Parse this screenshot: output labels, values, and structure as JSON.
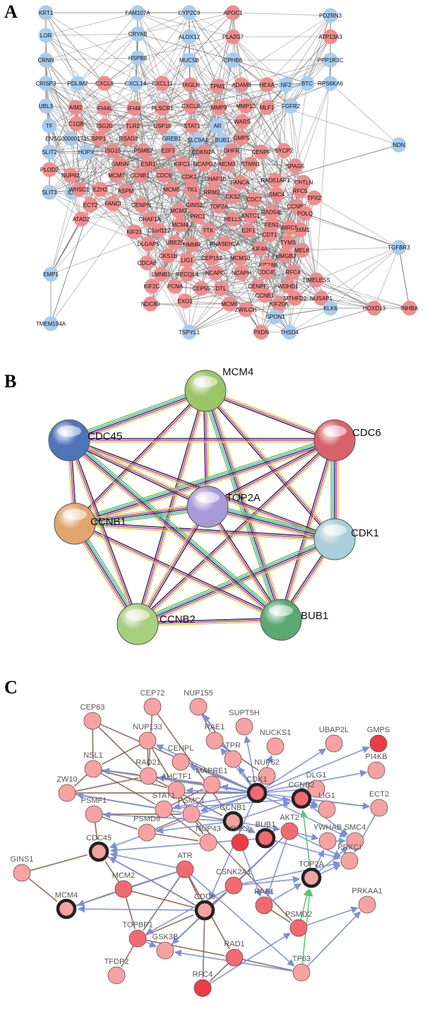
{
  "panels": {
    "a": {
      "label": "A",
      "colors": {
        "up": "#f08c8c",
        "down": "#a7cdef",
        "edge": "#707070"
      },
      "up_genes": [
        "APOC1",
        "PLA2G7",
        "ATP13A3",
        "AIM2",
        "CXCL9",
        "CXCL11",
        "IFI44L",
        "IFI44",
        "PLSCR1",
        "CXCL8",
        "TAGLN",
        "TPM1",
        "ADAM8",
        "HEXA",
        "MMP9",
        "MMP12",
        "MLF1",
        "C1QB",
        "ISG20",
        "TLR2",
        "USP18",
        "STAT1",
        "WARS",
        "GMPS",
        "SPP1",
        "RSAD2",
        "ISG15",
        "PSMB2",
        "CDKN2A",
        "DHFR",
        "CENPF",
        "SYCP2",
        "PLOD2",
        "GMNN",
        "ESR1",
        "E2F3",
        "KIFC1",
        "NCAPG2",
        "MCM3",
        "STMN1",
        "SPAG5",
        "NUP62",
        "MCM7",
        "CCNB1",
        "CDC6",
        "CDK1",
        "CHAF1B",
        "FANCA",
        "RAD51AP1",
        "CNTLN",
        "WHSC1",
        "EZH2",
        "MCM5",
        "TK1",
        "RRM2",
        "CKS2",
        "SMC4",
        "RFC5",
        "TPX2",
        "ECT2",
        "ASPM",
        "FANCI",
        "GINS2",
        "CDC7",
        "CCNB2",
        "POLQ",
        "CENPN",
        "MCM2",
        "PRC1",
        "TOP2A",
        "RAD54L",
        "ATAD2",
        "CHAF1A",
        "C1orf112",
        "HELLS",
        "KNTC1",
        "FEN1",
        "FOXM1",
        "KIF23",
        "MCM4",
        "TTK",
        "E2F1",
        "CDT1",
        "BIRC5",
        "TYMS",
        "DLGAP5",
        "UBE2S",
        "HMMR",
        "RNASEH2A",
        "HMGB3",
        "CDCA8",
        "CKS1B",
        "LIG1",
        "CEP152",
        "MCM10",
        "KIF4A",
        "MELK",
        "LMNB1",
        "RECQL4",
        "NCAPG",
        "NCAPH",
        "KIF18B",
        "CDC45",
        "RFC4",
        "KIF2C",
        "PCNA",
        "CEP55",
        "DTL",
        "CENPE",
        "TIMELESS",
        "WDHD1",
        "NDC80",
        "EXO1",
        "MCM6",
        "ZWILCH",
        "CCNE1",
        "KIF20A",
        "MTHFD2",
        "NUSAP1",
        "HOXD13",
        "INHBA",
        "PXDN"
      ],
      "down_genes": [
        "KRT1",
        "LOR",
        "CRNN",
        "CRISP3",
        "PDLIM2",
        "UBL3",
        "TF",
        "SLIT2",
        "SLIT3",
        "ID4",
        "EMP1",
        "TMEM194A",
        "FAM107A",
        "CRYAB",
        "HSPB8",
        "CYP2C9",
        "ALOX12",
        "MUC5B",
        "EPHB6",
        "CXCL14",
        "NF2",
        "BTC",
        "PDZRN3",
        "PPP1R3C",
        "RPS6KA6",
        "FGFR2",
        "AR",
        "HOPX",
        "ENSG00000173575",
        "GREB1",
        "SLC9A1",
        "BUB1",
        "NDN",
        "TGFBR3",
        "KLK6",
        "SPON1",
        "THSD4",
        "TSPYL1"
      ]
    },
    "b": {
      "label": "B",
      "nodes": [
        {
          "id": "MCM4",
          "color": "#9bc567"
        },
        {
          "id": "CDC6",
          "color": "#d9626a"
        },
        {
          "id": "CDK1",
          "color": "#a9cfd9"
        },
        {
          "id": "BUB1",
          "color": "#5aa973"
        },
        {
          "id": "CCNB2",
          "color": "#a8cf7e"
        },
        {
          "id": "CCNB1",
          "color": "#e0a56e"
        },
        {
          "id": "CDC45",
          "color": "#4f74b8"
        },
        {
          "id": "TOP2A",
          "color": "#a89ad8"
        }
      ],
      "edge_colors": [
        "#c8dc3c",
        "#d23bd2",
        "#3b3b3b",
        "#3cc0d8",
        "#7ac142"
      ]
    },
    "c": {
      "label": "C",
      "colors": {
        "seed_ring": "#222222",
        "brown_edge": "#8b6857",
        "blue_edge": "#7b8fe0",
        "green_edge": "#56c86a"
      },
      "seeds": [
        "CDK1",
        "CCNB2",
        "CCNB1",
        "BUB1",
        "CDC45",
        "TOP2A",
        "MCM4",
        "CDC6"
      ],
      "nodes": [
        "CEP63",
        "CEP72",
        "NUP155",
        "SUPT5H",
        "NUP133",
        "RAE1",
        "NUCKS1",
        "UBAP2L",
        "GMPS",
        "NSL1",
        "CENPL",
        "TPR",
        "NUP62",
        "PI4KB",
        "RAD21",
        "MAPRE1",
        "DLG1",
        "ZW10",
        "AHCTF1",
        "CDK1",
        "CCNB2",
        "LIG1",
        "ECT2",
        "PSMF1",
        "STAT1",
        "PSMC1",
        "CCNB1",
        "BUB1",
        "AKT2",
        "PSMD8",
        "NUP43",
        "PAK2",
        "YWHAB",
        "SMC4",
        "GINS1",
        "CDC45",
        "PRKCI",
        "ATR",
        "TOP2A",
        "MCM4",
        "MCM2",
        "CSNK2A1",
        "PRKAA1",
        "CDC6",
        "RAF1",
        "PSMD2",
        "TOPBP1",
        "GSK3B",
        "TFDP2",
        "RAD1",
        "TP63",
        "RFC4"
      ]
    }
  }
}
